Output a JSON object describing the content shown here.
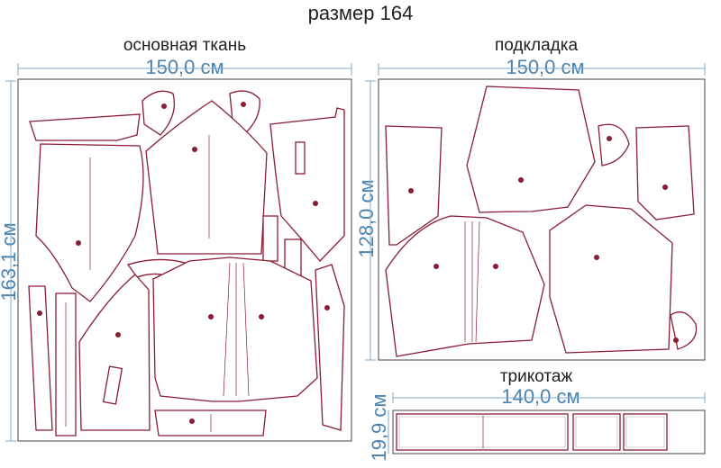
{
  "title": "размер 164",
  "sections": {
    "main_fabric": {
      "label": "основная ткань",
      "width": "150,0 см",
      "height": "163,1 см"
    },
    "lining": {
      "label": "подкладка",
      "width": "150,0 см",
      "height": "128,0 см"
    },
    "knit": {
      "label": "трикотаж",
      "width": "140,0 см",
      "height": "19,9 см"
    }
  },
  "colors": {
    "dimension": "#4a82b0",
    "outline": "#8a1c34",
    "frame": "#444444"
  }
}
